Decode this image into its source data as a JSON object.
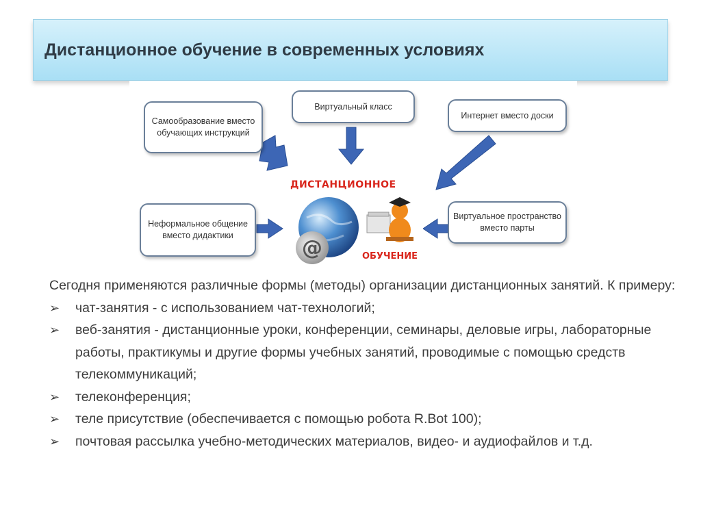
{
  "title": "Дистанционное обучение в современных условиях",
  "diagram": {
    "boxes": {
      "self_education": "Самообразование вместо обучающих инструкций",
      "virtual_class": "Виртуальный класс",
      "internet": "Интернет вместо доски",
      "informal": "Неформальное общение вместо дидактики",
      "virtual_space": "Виртуальное пространство вместо парты"
    },
    "logo_top": "ДИСТАНЦИОННОЕ",
    "logo_bottom": "ОБУЧЕНИЕ",
    "arrow_color": "#3d66b5",
    "box_border_color": "#6a7f99"
  },
  "content": {
    "intro": "Сегодня применяются различные формы (методы) организации дистанционных занятий. К примеру:",
    "bullet_glyph": "➢",
    "bullets": [
      "чат-занятия - с использованием чат-технологий;",
      "веб-занятия - дистанционные уроки, конференции, семинары, деловые игры, лабораторные работы, практикумы и другие формы учебных занятий, проводимые с помощью средств телекоммуникаций;",
      "телеконференция;",
      "теле присутствие (обеспечивается с помощью робота R.Bot 100);",
      "почтовая рассылка учебно-методических материалов, видео- и аудиофайлов и т.д."
    ]
  },
  "colors": {
    "banner_light": "#d6f1fb",
    "banner_dark": "#a9dff5",
    "logo_red": "#d9261c"
  }
}
